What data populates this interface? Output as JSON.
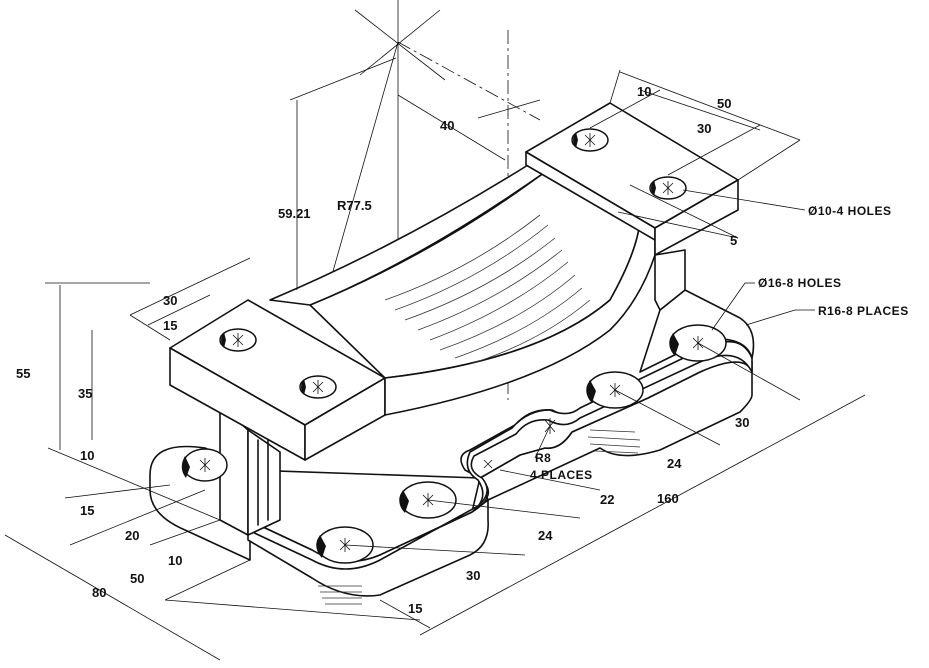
{
  "dimensions": {
    "d10_top": "10",
    "d50_top": "50",
    "d30_top": "30",
    "d40": "40",
    "d59_21": "59.21",
    "r77_5": "R77.5",
    "d5": "5",
    "d30_left": "30",
    "d15_left": "15",
    "d55": "55",
    "d35": "35",
    "d10_left": "10",
    "d15_lower": "15",
    "d20": "20",
    "d10_lower": "10",
    "d50_lower": "50",
    "d80": "80",
    "d30_bottom": "30",
    "d15_bottom": "15",
    "d24_bottom": "24",
    "d22": "22",
    "d160": "160",
    "d24_right": "24",
    "d30_right": "30"
  },
  "callouts": {
    "holes_small": "Ø10-4 HOLES",
    "holes_large": "Ø16-8 HOLES",
    "radius_places": "R16-8 PLACES",
    "r8_line1": "R8",
    "r8_line2": "4 PLACES"
  }
}
